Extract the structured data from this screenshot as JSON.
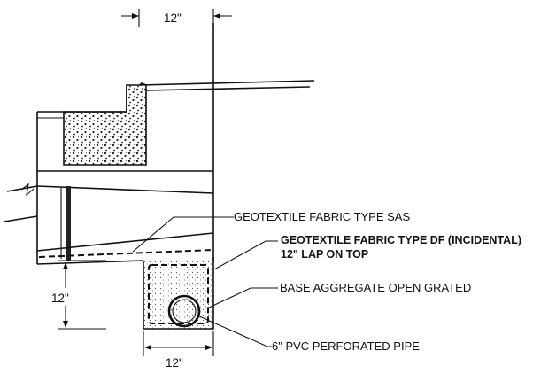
{
  "dimensions": {
    "top_width": "12\"",
    "left_height": "12\"",
    "bottom_width": "12\""
  },
  "callouts": {
    "fabric_sas": "GEOTEXTILE FABRIC TYPE SAS",
    "fabric_df_line1": "GEOTEXTILE FABRIC TYPE DF (INCIDENTAL)",
    "fabric_df_line2": "12\" LAP ON TOP",
    "base_aggregate": "BASE AGGREGATE OPEN GRATED",
    "pipe": "6\" PVC PERFORATED PIPE"
  }
}
